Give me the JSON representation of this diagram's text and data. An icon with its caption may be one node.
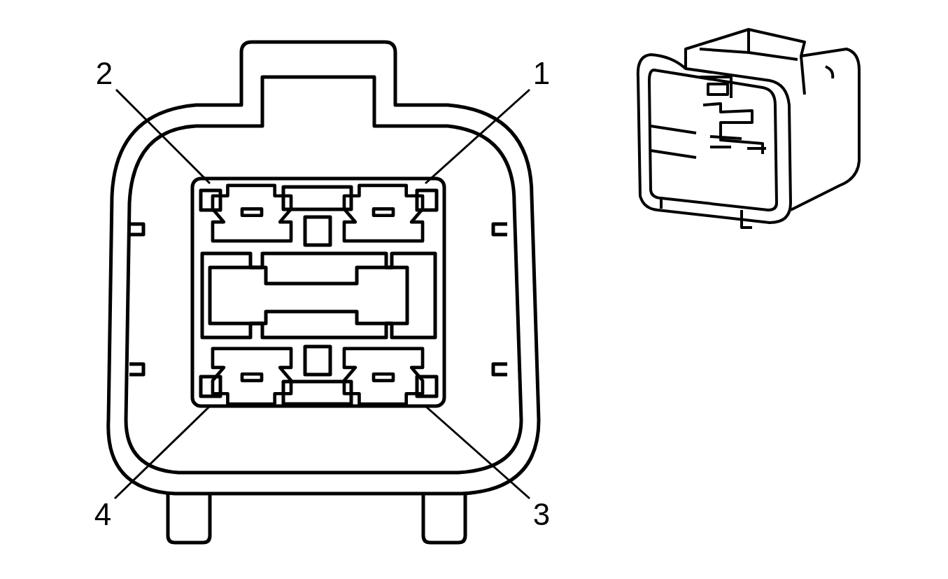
{
  "diagram": {
    "nodes": [
      {
        "text": [
          "2"
        ]
      },
      {
        "text": [
          "1"
        ]
      },
      {
        "text": [
          "4"
        ]
      },
      {
        "text": [
          "3"
        ]
      },
      {
        "text": [],
        "shape": "box"
      },
      {
        "text": [],
        "shape": "box"
      },
      {
        "text": [],
        "shape": "box"
      },
      {
        "text": [],
        "shape": "box"
      }
    ],
    "edges": [
      {
        "from": 0,
        "to": 4,
        "arrow": "none"
      },
      {
        "from": 1,
        "to": 5,
        "arrow": "none"
      },
      {
        "from": 2,
        "to": 6,
        "arrow": "none"
      },
      {
        "from": 3,
        "to": 7,
        "arrow": "none"
      }
    ]
  }
}
